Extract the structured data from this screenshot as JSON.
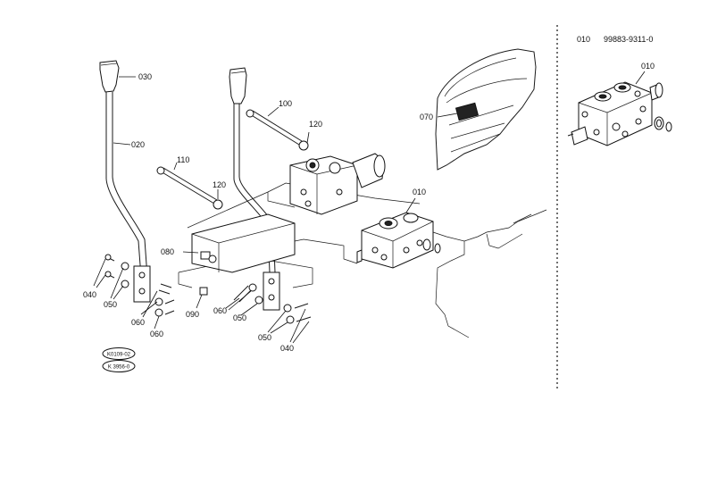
{
  "detail": {
    "part_no": "010",
    "part_code": "99883-9311-0",
    "detail_label": "010"
  },
  "labels": {
    "l030": "030",
    "l020": "020",
    "l100": "100",
    "l120a": "120",
    "l110": "110",
    "l120b": "120",
    "l070": "070",
    "l010": "010",
    "l080": "080",
    "l040a": "040",
    "l050a": "050",
    "l060a": "060",
    "l060b": "060",
    "l090": "090",
    "l060c": "060",
    "l050b": "050",
    "l050c": "050",
    "l040b": "040"
  },
  "stamps": {
    "top": "K0109-02",
    "bottom": "K 3956-0"
  }
}
